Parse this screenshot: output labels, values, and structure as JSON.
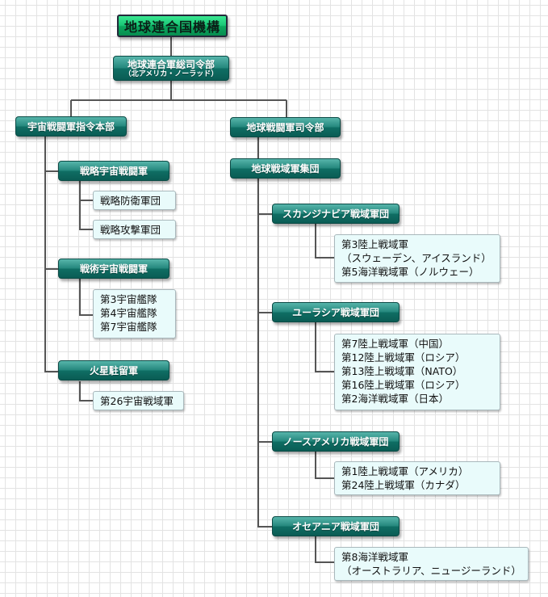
{
  "top": "地球連合国機構",
  "hq": {
    "title": "地球連合軍総司令部",
    "sub": "（北アメリカ・ノーラッド）"
  },
  "space": {
    "title": "宇宙戦闘軍指令本部",
    "strategic": {
      "title": "戦略宇宙戦闘軍",
      "units": [
        "戦略防衛軍団",
        "戦略攻撃軍団"
      ]
    },
    "tactical": {
      "title": "戦術宇宙戦闘軍",
      "units": [
        "第3宇宙艦隊",
        "第4宇宙艦隊",
        "第7宇宙艦隊"
      ]
    },
    "mars": {
      "title": "火星駐留軍",
      "units": [
        "第26宇宙戦域軍"
      ]
    }
  },
  "earth": {
    "title": "地球戦闘軍司令部",
    "group": "地球戦域軍集団",
    "scandinavia": {
      "title": "スカンジナビア戦域軍団",
      "units": [
        "第3陸上戦域軍",
        "（スウェーデン、アイスランド）",
        "第5海洋戦域軍（ノルウェー）"
      ]
    },
    "eurasia": {
      "title": "ユーラシア戦域軍団",
      "units": [
        "第7陸上戦域軍（中国）",
        "第12陸上戦域軍（ロシア）",
        "第13陸上戦域軍（NATO）",
        "第16陸上戦域軍（ロシア）",
        "第2海洋戦域軍（日本）"
      ]
    },
    "north_america": {
      "title": "ノースアメリカ戦域軍団",
      "units": [
        "第1陸上戦域軍（アメリカ）",
        "第24陸上戦域軍（カナダ）"
      ]
    },
    "oceania": {
      "title": "オセアニア戦域軍団",
      "units": [
        "第8海洋戦域軍",
        "（オーストラリア、ニュージーランド）"
      ]
    }
  }
}
